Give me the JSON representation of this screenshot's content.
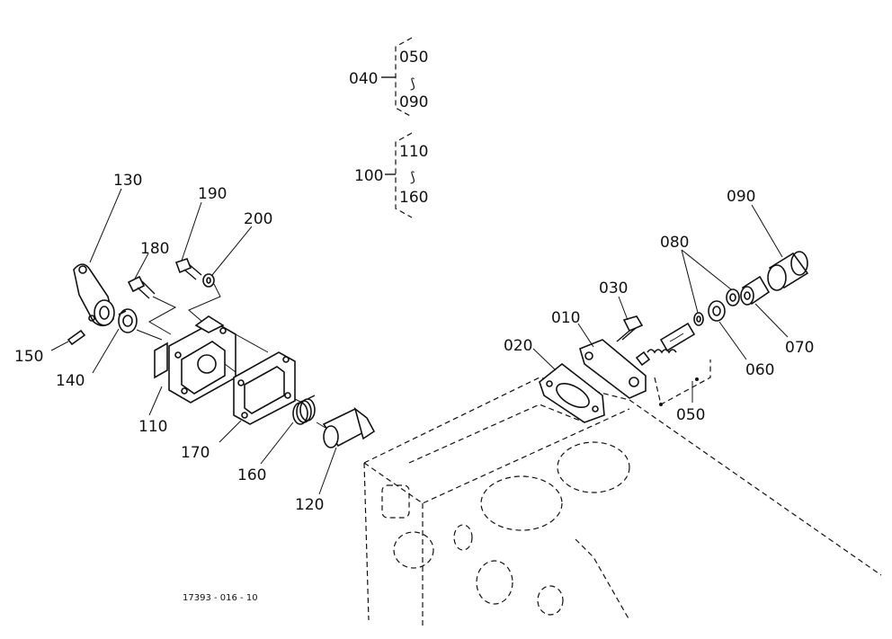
{
  "labels": {
    "p010": "010",
    "p020": "020",
    "p030": "030",
    "p040": "040",
    "p050a": "050",
    "p050b": "050",
    "p060": "060",
    "p070": "070",
    "p080": "080",
    "p090a": "090",
    "p090b": "090",
    "p100": "100",
    "p110a": "110",
    "p110b": "110",
    "p120": "120",
    "p130": "130",
    "p140": "140",
    "p150": "150",
    "p160a": "160",
    "p160b": "160",
    "p170": "170",
    "p180": "180",
    "p190": "190",
    "p200": "200",
    "range_sym_1": "⟆",
    "range_sym_2": "⟆"
  },
  "drawing_code": "17393 - 016 - 10"
}
